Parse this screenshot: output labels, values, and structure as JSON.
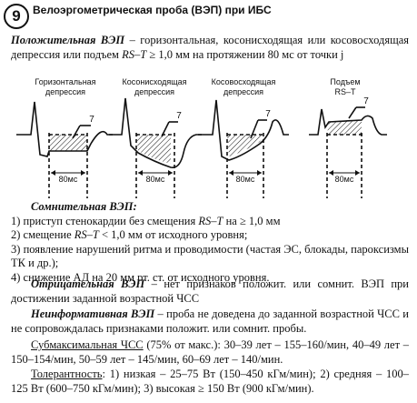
{
  "header": {
    "badge": "9",
    "title": "Велоэргометрическая проба (ВЭП) при ИБС"
  },
  "positive": {
    "term": "Положительная ВЭП",
    "text_pre": " – горизонтальная, косонисходящая или косовосходящая депрессия или подъем ",
    "rst": "RS–T",
    "text_post": " ≥ 1,0 мм на протяжении 80 мс от точки j"
  },
  "figure": {
    "panels": [
      {
        "line1": "Горизонтальная",
        "line2": "депрессия"
      },
      {
        "line1": "Косонисходящая",
        "line2": "депрессия"
      },
      {
        "line1": "Косовосходящая",
        "line2": "депрессия"
      },
      {
        "line1": "Подъем",
        "line2": "RS–T"
      }
    ],
    "marker": "7",
    "duration": "80мс"
  },
  "submax": {
    "title": "Сомнительная ВЭП:",
    "items": [
      {
        "pre": "1) приступ стенокардии без смещения ",
        "rst": "RS–T",
        "post": " на ≥ 1,0 мм"
      },
      {
        "pre": "2) смещение ",
        "rst": "RS–T",
        "post": " < 1,0 мм от исходного уровня;"
      },
      {
        "pre": "3) появление нарушений ритма и проводимости (частая ЭС, блокады, пароксизмы ТК и др.);",
        "rst": "",
        "post": ""
      },
      {
        "pre": "4) снижение АД на 20 мм рт. ст. от исходного уровня.",
        "rst": "",
        "post": ""
      }
    ]
  },
  "negative": {
    "term": "Отрицательная ВЭП",
    "text": " – нет признаков положит. или сомнит. ВЭП при достижении заданной возрастной ЧСС"
  },
  "noninfo": {
    "term": "Неинформативная ВЭП",
    "text": " – проба не доведена до заданной возрастной ЧСС и не сопровождалась признаками положит. или сомнит. пробы."
  },
  "hr": {
    "term": "Субмаксимальная ЧСС",
    "text": " (75% от макс.): 30–39 лет – 155–160/мин, 40–49 лет – 150–154/мин, 50–59 лет – 145/мин, 60–69 лет – 140/мин."
  },
  "tolerance": {
    "term": "Толерантность",
    "text": ": 1) низкая – 25–75 Вт (150–450 кГм/мин); 2) средняя – 100–125 Вт (600–750 кГм/мин); 3) высокая ≥ 150 Вт (900 кГм/мин)."
  }
}
